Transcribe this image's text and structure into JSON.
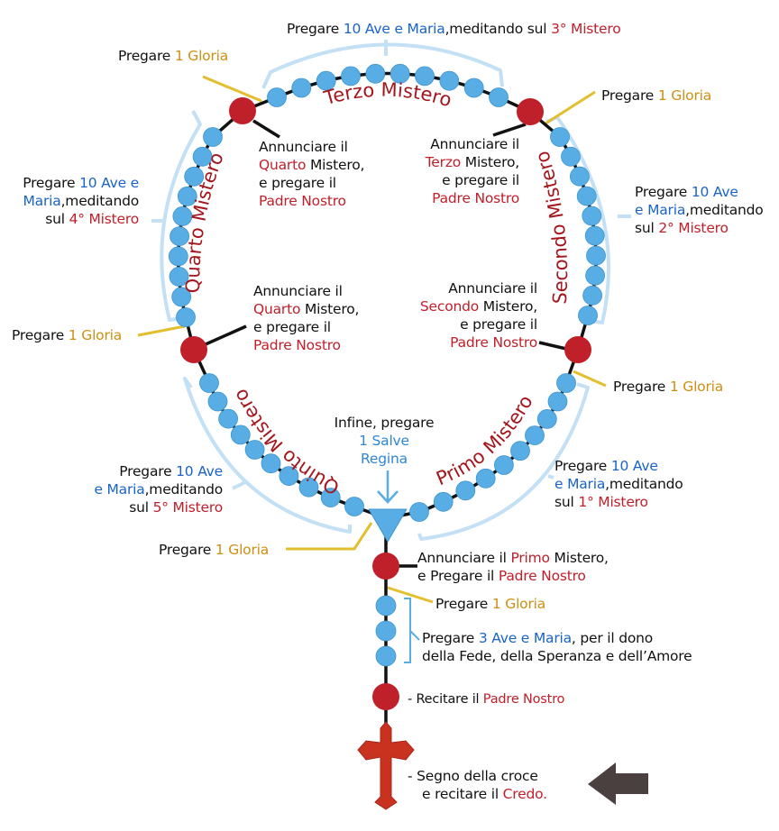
{
  "colors": {
    "ave_bead": "#58ade4",
    "padre_bead": "#c0202a",
    "cord": "#111111",
    "bracket": "#c3e0f4",
    "gloria_line": "#e3be2e",
    "salve_arrow": "#58ade4",
    "cross": "#c9321f",
    "pointer_arrow": "#4a4040",
    "mystery_title": "#a4161c",
    "text_black": "#111111",
    "text_blue": "#1a63c9",
    "text_red": "#c0202a",
    "text_gold": "#d08f12"
  },
  "mysteries": [
    {
      "id": "primo",
      "title": "Primo Mistero",
      "ordinal": "1°"
    },
    {
      "id": "secondo",
      "title": "Secondo Mistero",
      "ordinal": "2°"
    },
    {
      "id": "terzo",
      "title": "Terzo Mistero",
      "ordinal": "3°"
    },
    {
      "id": "quarto",
      "title": "Quarto Mistero",
      "ordinal": "4°"
    },
    {
      "id": "quinto",
      "title": "Quinto Mistero",
      "ordinal": "5°"
    }
  ],
  "beads_per_decade": 10,
  "labels": {
    "decade_top": {
      "pre": "Pregare ",
      "blue": "10 Ave e Maria",
      "mid": ",meditando sul ",
      "red": "3° Mistero"
    },
    "decade_left": {
      "l1a": "Pregare ",
      "l1b": "10 Ave e",
      "l2a": "Maria",
      "l2b": ",meditando",
      "l3a": "sul ",
      "l3b": "4° Mistero"
    },
    "decade_right": {
      "l1a": "Pregare ",
      "l1b": "10 Ave",
      "l2a": "e Maria",
      "l2b": ",meditando",
      "l3a": "sul ",
      "l3b": "2° Mistero"
    },
    "decade_bottom_left": {
      "l1a": "Pregare ",
      "l1b": "10 Ave",
      "l2a": "e Maria",
      "l2b": ",meditando",
      "l3a": "sul ",
      "l3b": "5° Mistero"
    },
    "decade_bottom_right": {
      "l1a": "Pregare ",
      "l1b": "10 Ave",
      "l2a": "e Maria",
      "l2b": ",meditando",
      "l3a": "sul ",
      "l3b": "1° Mistero"
    },
    "gloria": {
      "pre": "Pregare ",
      "gold": "1 Gloria"
    },
    "announce_top_left": {
      "l1": "Annunciare il",
      "l2a": "Quarto",
      "l2b": " Mistero,",
      "l3": "e pregare il",
      "l4": "Padre Nostro"
    },
    "announce_top_right": {
      "l1": "Annunciare il",
      "l2a": "Terzo",
      "l2b": " Mistero,",
      "l3": "e pregare il",
      "l4": "Padre Nostro"
    },
    "announce_mid_left": {
      "l1": "Annunciare il",
      "l2a": "Quarto",
      "l2b": " Mistero,",
      "l3": "e pregare il",
      "l4": "Padre Nostro"
    },
    "announce_mid_right": {
      "l1": "Annunciare il",
      "l2a": "Secondo",
      "l2b": " Mistero,",
      "l3": "e pregare il",
      "l4": "Padre Nostro"
    },
    "salve": {
      "l1": "Infine, pregare",
      "l2": "1 Salve",
      "l3": "Regina"
    },
    "announce_primo": {
      "l1a": "Annunciare il ",
      "l1b": "Primo",
      "l1c": " Mistero,",
      "l2a": "e Pregare il ",
      "l2b": "Padre Nostro"
    },
    "three_ave": {
      "l1a": "Pregare ",
      "l1b": "3 Ave e Maria",
      "l1c": ", per il dono",
      "l2": "della Fede, della Speranza e dell’Amore"
    },
    "padre_nostro": {
      "a": "-  Recitare il ",
      "b": "Padre Nostro"
    },
    "credo": {
      "l1": "-  Segno della croce",
      "l2a": "e recitare il ",
      "l2b": "Credo."
    }
  }
}
